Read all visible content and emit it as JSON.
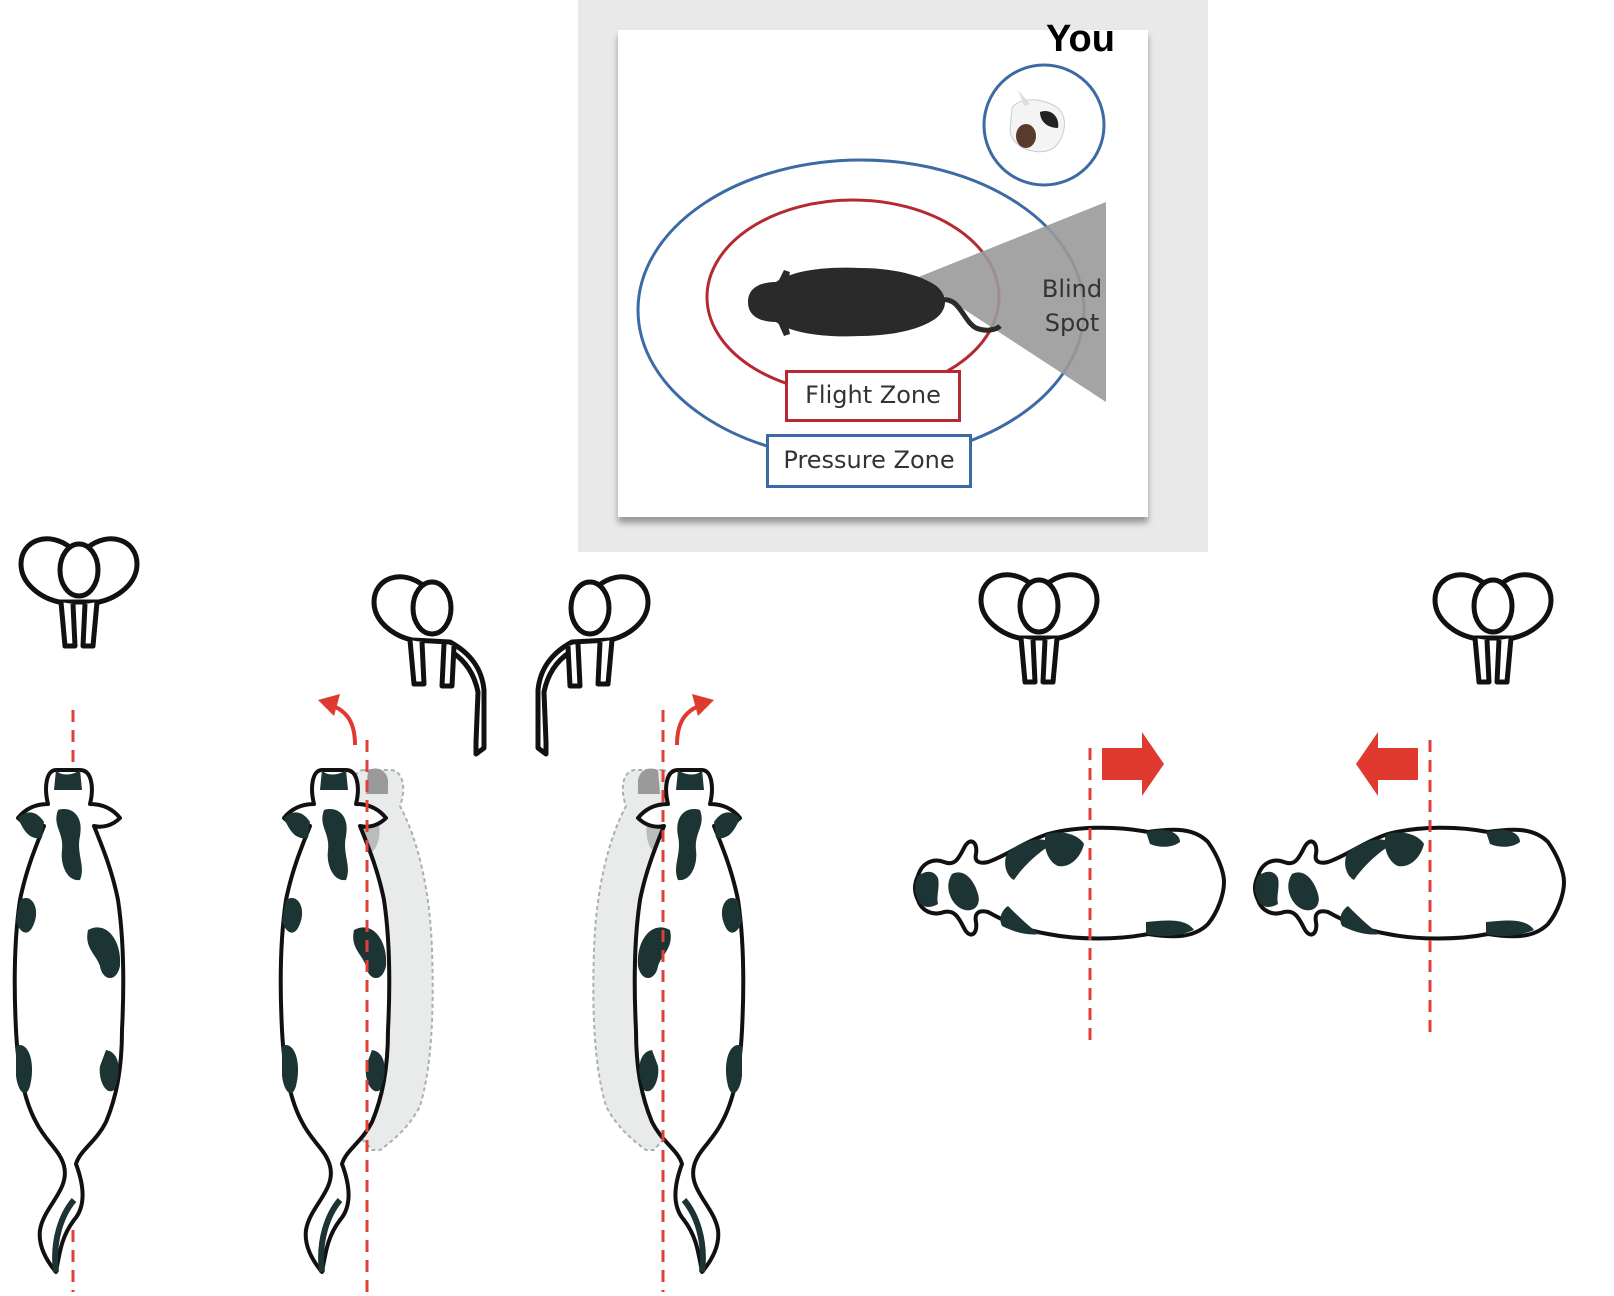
{
  "diagram": {
    "you_label": "You",
    "blind_spot_label": [
      "Blind",
      "Spot"
    ],
    "flight_zone_label": "Flight Zone",
    "pressure_zone_label": "Pressure Zone"
  },
  "colors": {
    "flight_zone": "#b52a32",
    "pressure_zone": "#3c6aa3",
    "blind_spot": "#9a9a9a",
    "guide_line": "#e0403a",
    "arrow": "#e03a30",
    "cow_spots": "#1d3435"
  }
}
